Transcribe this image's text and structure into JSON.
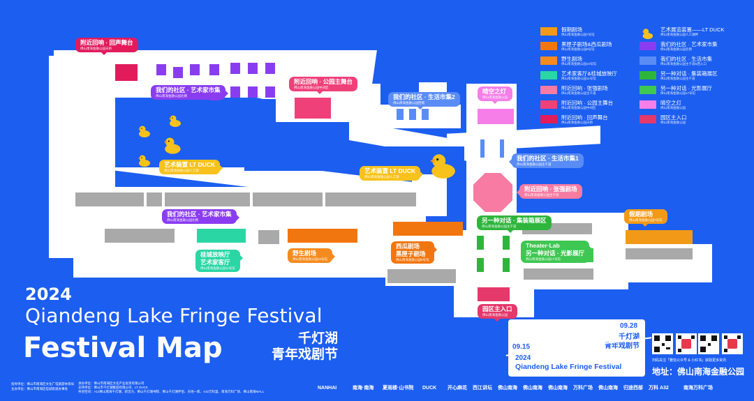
{
  "title": {
    "year": "2024",
    "name_en": "Qiandeng Lake Fringe Festival",
    "subtitle_en": "Festival Map",
    "name_cn_line1": "千灯湖",
    "name_cn_line2": "青年戏剧节"
  },
  "date_card": {
    "start": "09.15",
    "end": "09.28",
    "cn_line1": "千灯湖",
    "cn_line2": "青年戏剧节",
    "year": "2024",
    "en": "Qiandeng Lake Fringe Festival"
  },
  "address": "地址：佛山南海金融公园",
  "qr_caption": "扫码关注「雅信公众号 & 小红书」获取更多资讯",
  "credits": {
    "line1": "指导单位：佛山市南海区文化广电旅游体育局",
    "line2": "主办单位：佛山市南海区桂城街道办事处",
    "line3": "承办单位：佛山市南海区文化产业投资有限公司",
    "line4": "支持单位：佛山市千灯湖集团有限公司、LT DUCK",
    "line5": "共创空间：A12佛山南海千灯湖、新活力、佛山千灯湖书院、佛山千灯湖伴侣、天地一家、A32万科里、南海万科广场、佛山南海MALL"
  },
  "legend": [
    {
      "label": "假期剧场",
      "sub": "佛山南海金融公园7号馆",
      "color": "#f29a17"
    },
    {
      "label": "黑匣子剧场&西瓜剧场",
      "sub": "佛山南海金融公园9号馆",
      "color": "#f2760f"
    },
    {
      "label": "野生剧场",
      "sub": "佛山南海金融公园10号馆",
      "color": "#f58b1f"
    },
    {
      "label": "艺术家客厅&桂城放映厅",
      "sub": "佛山南海金融公园11号馆",
      "color": "#2bd6a5"
    },
    {
      "label": "附近回响 · 张强剧场",
      "sub": "佛山南海金融公园主干道",
      "color": "#f77ba3"
    },
    {
      "label": "附近回响 · 公园主舞台",
      "sub": "佛山南海金融公园中间区",
      "color": "#f0407a"
    },
    {
      "label": "附近回响 · 回声舞台",
      "sub": "佛山南海金融公园天桥",
      "color": "#e21b5d"
    },
    {
      "label": "艺术展览装置——LT DUCK",
      "sub": "佛山南海金融公园人工湖畔",
      "color": "#f7c21b"
    },
    {
      "label": "我们的社区 · 艺术家市集",
      "sub": "佛山南海金融公园北侧",
      "color": "#8a3df0"
    },
    {
      "label": "我们的社区 · 生活市集",
      "sub": "佛山南海金融公园主干道&西入口",
      "color": "#5a8cf5"
    },
    {
      "label": "另一种对话 · 集装箱展区",
      "sub": "佛山南海金融公园主干道",
      "color": "#2eb53c"
    },
    {
      "label": "另一种对话 · 光影展厅",
      "sub": "佛山南海金融公园17号馆",
      "color": "#3ec752"
    },
    {
      "label": "晴空之灯",
      "sub": "佛山南海金融公园",
      "color": "#f57ee8"
    },
    {
      "label": "园区主入口",
      "sub": "佛山南海金融公园",
      "color": "#e5386b"
    }
  ],
  "map_labels": {
    "echo_stage": {
      "t": "附近回响 · 回声舞台",
      "s": "佛山南海金融公园天桥",
      "color": "#e21b5d"
    },
    "artist_market_top": {
      "t": "我们的社区 · 艺术家市集",
      "s": "佛山南海金融公园北侧",
      "color": "#8a3df0"
    },
    "park_stage": {
      "t": "附近回响 · 公园主舞台",
      "s": "佛山南海金融公园中间区",
      "color": "#f0407a"
    },
    "life_market_2": {
      "t": "我们的社区 · 生活市集2",
      "s": "佛山南海金融公园西侧",
      "color": "#5a8cf5"
    },
    "sky_light": {
      "t": "晴空之灯",
      "s": "佛山南海金融公园",
      "color": "#f57ee8"
    },
    "duck_left": {
      "t": "艺术装置 LT DUCK",
      "s": "佛山南海金融公园人工湖",
      "color": "#f7c21b"
    },
    "duck_mid": {
      "t": "艺术装置 LT DUCK",
      "s": "佛山南海金融公园人工湖",
      "color": "#f7c21b"
    },
    "life_market_1": {
      "t": "我们的社区 · 生活市集1",
      "s": "佛山南海金融公园主干道",
      "color": "#5a8cf5"
    },
    "zhang_theatre": {
      "t": "附近回响 · 张强剧场",
      "s": "佛山南海金融公园主干道",
      "color": "#f77ba3"
    },
    "artist_market_bottom": {
      "t": "我们的社区 · 艺术家市集",
      "s": "佛山南海金融公园北侧",
      "color": "#8a3df0"
    },
    "container": {
      "t": "另一种对话 · 集装箱展区",
      "s": "佛山南海金融公园主干道",
      "color": "#2eb53c"
    },
    "guicheng": {
      "t": "桂城放映厅",
      "t2": "艺术家客厅",
      "s": "佛山南海金融公园11号馆",
      "color": "#2bd6a5"
    },
    "wild_theatre": {
      "t": "野生剧场",
      "s": "佛山南海金融公园10号馆",
      "color": "#f58b1f"
    },
    "watermelon": {
      "t": "西瓜剧场",
      "t2": "黑匣子剧场",
      "s": "佛山南海金融公园9号馆",
      "color": "#f2760f"
    },
    "theater_lab": {
      "t": "Theater·Lab",
      "t2": "另一种对话 · 光影展厅",
      "s": "佛山南海金融公园17号馆",
      "color": "#3ec752"
    },
    "holiday": {
      "t": "假期剧场",
      "s": "佛山南海金融公园7号馆",
      "color": "#f29a17"
    },
    "main_entrance": {
      "t": "园区主入口",
      "s": "佛山南海金融公园",
      "color": "#e5386b"
    }
  },
  "sponsors": [
    "NANHAI",
    "南海·南海",
    "夏雨楼·山书院",
    "DUCK",
    "开心麻花",
    "西江讲坛",
    "佛山南海",
    "佛山南海",
    "佛山南海",
    "万科广场",
    "佛山南海",
    "归途西部",
    "万科 A32",
    "南海万科广场"
  ]
}
